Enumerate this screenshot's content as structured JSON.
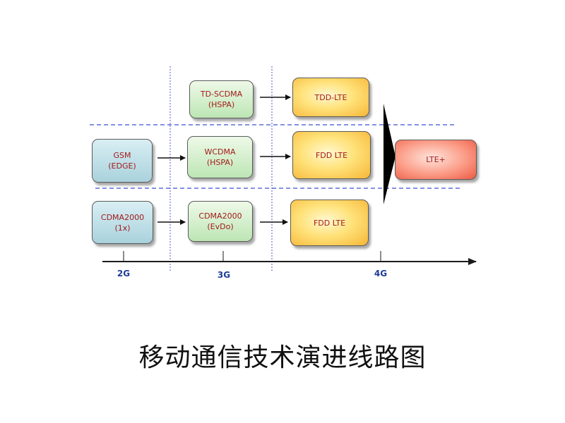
{
  "title": "移动通信技术演进线路图",
  "nodes": {
    "gsm": [
      "GSM",
      "(EDGE)"
    ],
    "cdma2000_1x": [
      "CDMA2000",
      "(1x)"
    ],
    "td_scdma": [
      "TD-SCDMA",
      "(HSPA)"
    ],
    "wcdma": [
      "WCDMA",
      "(HSPA)"
    ],
    "cdma2000_evdo": [
      "CDMA2000",
      "(EvDo)"
    ],
    "tdd_lte": "TDD-LTE",
    "fdd_lte_1": "FDD LTE",
    "fdd_lte_2": "FDD LTE",
    "lte_plus": "LTE+"
  },
  "axis": {
    "ticks": [
      "2G",
      "3G",
      "4G"
    ]
  },
  "colors": {
    "gen_2g_box": "#b8dde6",
    "gen_3g_box": "#cdeec4",
    "gen_4g_box": "#ffcf55",
    "lte_plus_box": "#f47a63",
    "box_text": "#a21a1a",
    "divider_line": "#3f4fd0",
    "axis": "#1a1a1a",
    "tick_label": "#1f3c9a"
  }
}
